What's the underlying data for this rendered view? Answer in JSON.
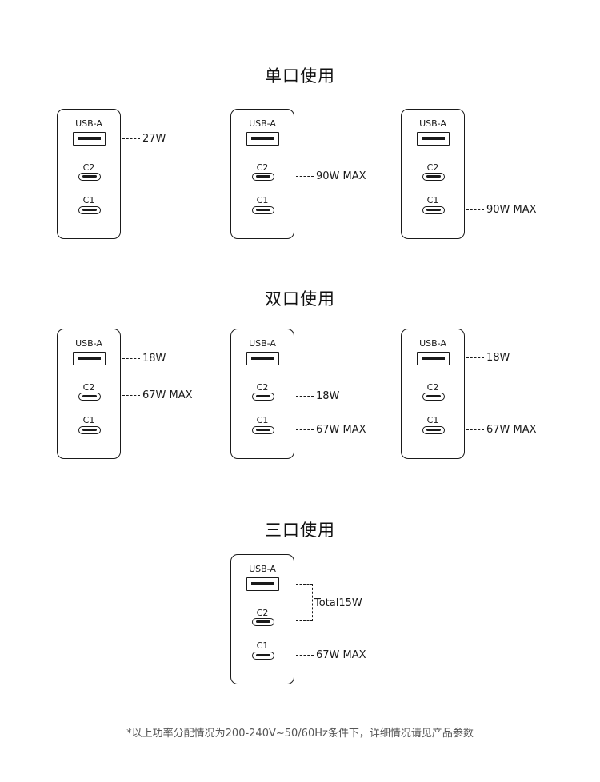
{
  "sections": [
    {
      "title": "单口使用"
    },
    {
      "title": "双口使用"
    },
    {
      "title": "三口使用"
    }
  ],
  "port_labels": {
    "usba": "USB-A",
    "c2": "C2",
    "c1": "C1"
  },
  "single": [
    {
      "callout": "27W",
      "active_port": "USB-A"
    },
    {
      "callout": "90W MAX",
      "active_port": "C2"
    },
    {
      "callout": "90W MAX",
      "active_port": "C1"
    }
  ],
  "dual": [
    {
      "callouts": [
        "18W",
        "67W MAX"
      ],
      "ports": [
        "USB-A",
        "C2"
      ]
    },
    {
      "callouts": [
        "18W",
        "67W MAX"
      ],
      "ports": [
        "C2",
        "C1"
      ]
    },
    {
      "callouts": [
        "18W",
        "67W MAX"
      ],
      "ports": [
        "USB-A",
        "C1"
      ]
    }
  ],
  "triple": {
    "bracket_label": "Total15W",
    "c1_callout": "67W MAX"
  },
  "footnote": "*以上功率分配情况为200-240V~50/60Hz条件下，详细情况请见产品参数"
}
